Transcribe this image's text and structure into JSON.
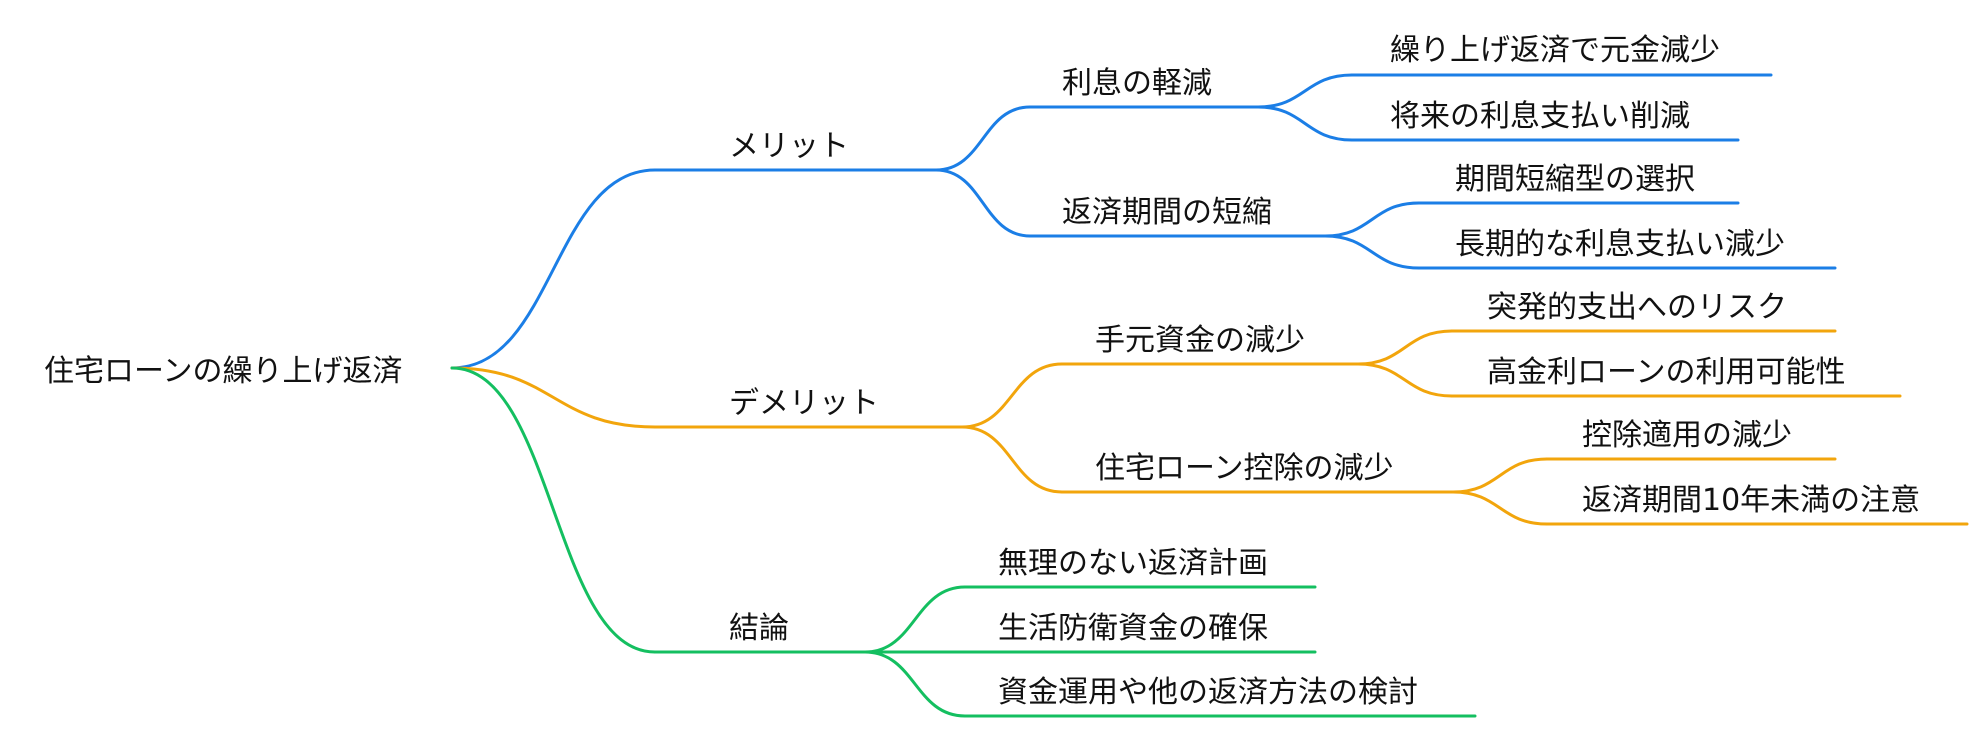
{
  "root": {
    "label": "住宅ローンの繰り上げ返済"
  },
  "colors": {
    "merit": "#1b7ee6",
    "demerit": "#f2a50c",
    "conclusion": "#14bf60",
    "text": "#111111"
  },
  "branches": [
    {
      "id": "merit",
      "label": "メリット",
      "color": "#1b7ee6",
      "children": [
        {
          "label": "利息の軽減",
          "children": [
            {
              "label": "繰り上げ返済で元金減少"
            },
            {
              "label": "将来の利息支払い削減"
            }
          ]
        },
        {
          "label": "返済期間の短縮",
          "children": [
            {
              "label": "期間短縮型の選択"
            },
            {
              "label": "長期的な利息支払い減少"
            }
          ]
        }
      ]
    },
    {
      "id": "demerit",
      "label": "デメリット",
      "color": "#f2a50c",
      "children": [
        {
          "label": "手元資金の減少",
          "children": [
            {
              "label": "突発的支出へのリスク"
            },
            {
              "label": "高金利ローンの利用可能性"
            }
          ]
        },
        {
          "label": "住宅ローン控除の減少",
          "children": [
            {
              "label": "控除適用の減少"
            },
            {
              "label": "返済期間10年未満の注意"
            }
          ]
        }
      ]
    },
    {
      "id": "conclusion",
      "label": "結論",
      "color": "#14bf60",
      "children": [
        {
          "label": "無理のない返済計画"
        },
        {
          "label": "生活防衛資金の確保"
        },
        {
          "label": "資金運用や他の返済方法の検討"
        }
      ]
    }
  ]
}
